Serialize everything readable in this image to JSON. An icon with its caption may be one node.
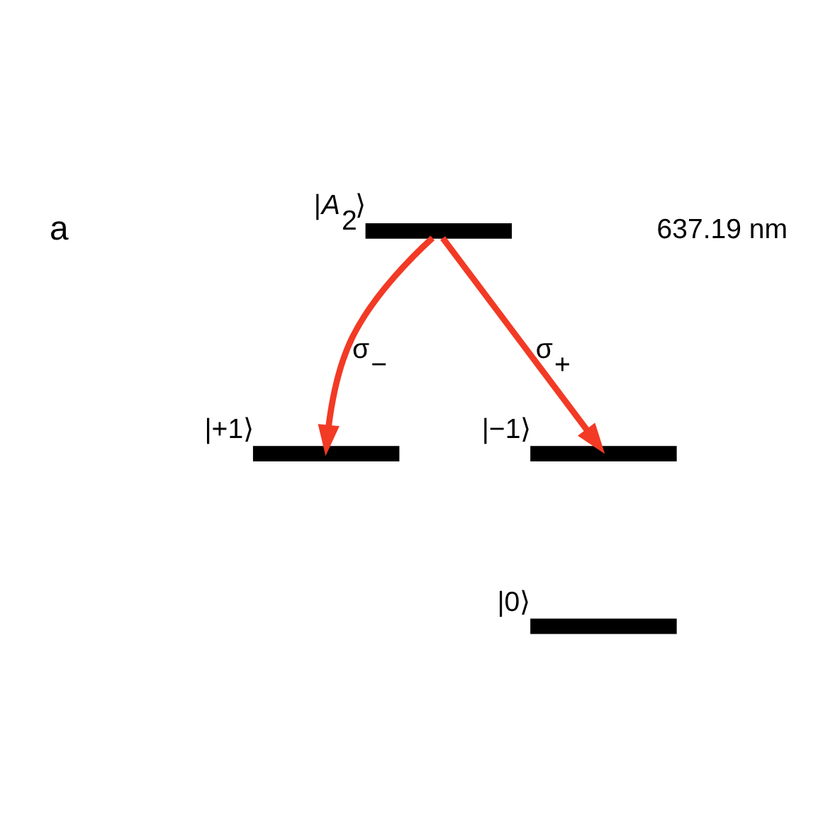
{
  "diagram": {
    "nodes": [
      {
        "text": [],
        "shape": "bar",
        "beside": [
          "|*A*$_{2}$⟩"
        ]
      },
      {
        "text": [],
        "shape": "bar",
        "beside": [
          "|+1⟩"
        ]
      },
      {
        "text": [],
        "shape": "bar",
        "beside": [
          "|−1⟩"
        ]
      },
      {
        "text": [],
        "shape": "bar",
        "beside": [
          "|0⟩"
        ]
      }
    ],
    "edges": [
      {
        "from": 0,
        "to": 2,
        "arrow": "to",
        "label": "σ$_{+}$"
      },
      {
        "from": 0,
        "to": 1,
        "arrow": "to",
        "label": "σ$_{−}$"
      }
    ],
    "labels": [
      "a",
      "637.19 nm"
    ]
  }
}
